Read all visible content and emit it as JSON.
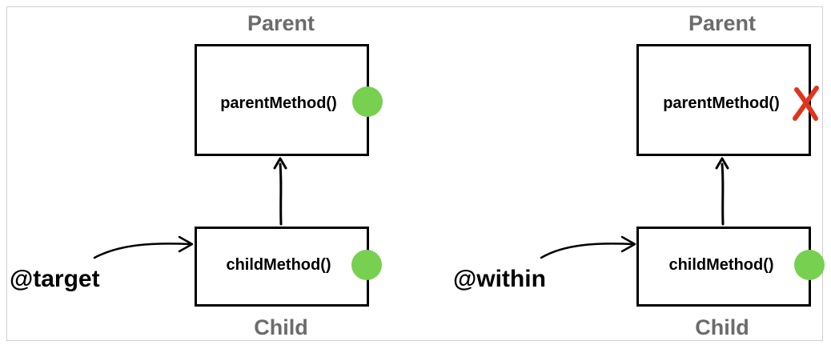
{
  "diagrams": [
    {
      "designator": "@target",
      "parent": {
        "title": "Parent",
        "method": "parentMethod()",
        "marker": "match-dot"
      },
      "child": {
        "title": "Child",
        "method": "childMethod()",
        "marker": "match-dot"
      }
    },
    {
      "designator": "@within",
      "parent": {
        "title": "Parent",
        "method": "parentMethod()",
        "marker": "no-match-x"
      },
      "child": {
        "title": "Child",
        "method": "childMethod()",
        "marker": "match-dot"
      }
    }
  ],
  "colors": {
    "match": "#77d04f",
    "no_match": "#e0341c",
    "title": "#6b6b6b",
    "line": "#000000"
  }
}
